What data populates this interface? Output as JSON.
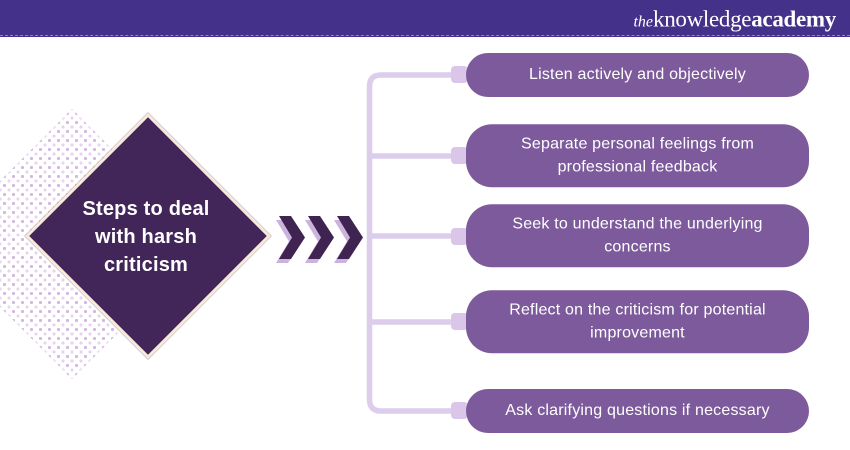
{
  "header": {
    "logo_the": "the",
    "logo_knowledge": "knowledge",
    "logo_academy": "academy"
  },
  "diamond": {
    "title": "Steps to deal with harsh criticism"
  },
  "steps": [
    {
      "label": "Listen actively and objectively"
    },
    {
      "label": "Separate personal feelings from professional feedback"
    },
    {
      "label": "Seek to understand the underlying concerns"
    },
    {
      "label": "Reflect on the criticism for potential improvement"
    },
    {
      "label": "Ask clarifying questions if necessary"
    }
  ],
  "colors": {
    "header_bg": "#44318A",
    "diamond_fill": "#42265A",
    "diamond_border": "#F8EBD9",
    "pill_bg": "#7D5A9B",
    "connector_line": "#DCCDEC",
    "connector_node": "#D9C6E8",
    "chevron": "#3F2350",
    "chevron_shadow": "#CBB3DE",
    "dots": "#B07CC6"
  }
}
